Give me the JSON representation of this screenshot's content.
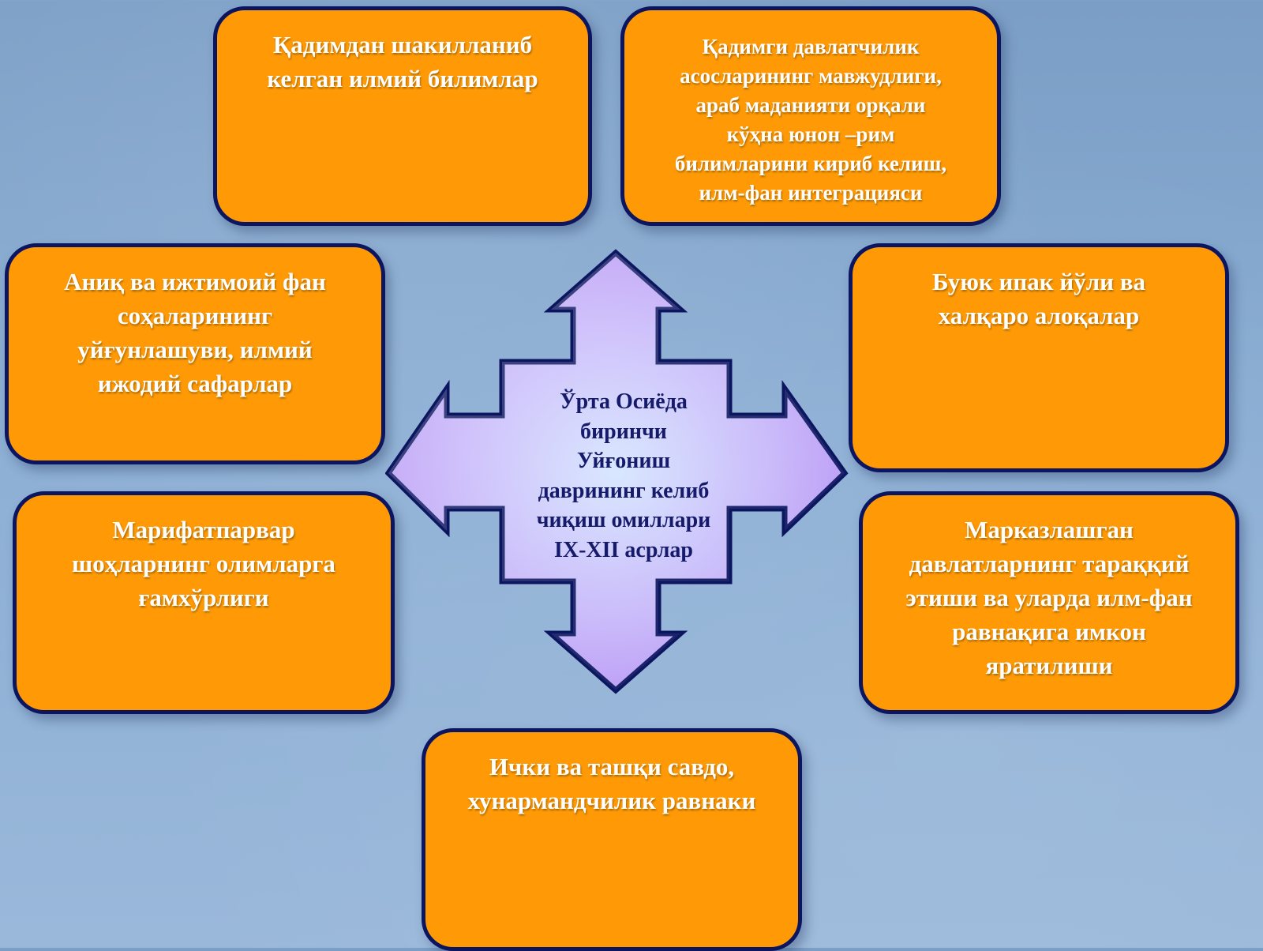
{
  "center": {
    "lines": [
      "Ўрта Осиёда",
      "биринчи",
      "Уйғониш",
      "даврининг келиб",
      "чиқиш омиллари",
      "IX-XII асрлар"
    ]
  },
  "boxes": {
    "top_left": {
      "lines": [
        "Қадимдан шакилланиб",
        "келган илмий билимлар"
      ]
    },
    "top_right": {
      "lines": [
        "Қадимги давлатчилик",
        "асосларининг мавжудлиги,",
        "араб маданияти орқали",
        "кўҳна юнон –рим",
        "билимларини кириб келиш,",
        "илм-фан интеграцияси"
      ]
    },
    "middle_left": {
      "lines": [
        "Аниқ ва ижтимоий фан",
        "соҳаларининг",
        "уйғунлашуви, илмий",
        "ижодий сафарлар"
      ]
    },
    "middle_right": {
      "lines": [
        "Буюк ипак йўли  ва",
        "халқаро алоқалар"
      ]
    },
    "bottom_left": {
      "lines": [
        "Марифатпарвар",
        "шоҳларнинг олимларга",
        "ғамхўрлиги"
      ]
    },
    "bottom_right": {
      "lines": [
        "Марказлашган",
        "давлатларнинг тараққий",
        "этиши ва уларда илм-фан",
        "равнақига имкон",
        "яратилиши"
      ]
    },
    "bottom_center": {
      "lines": [
        "Ички ва ташқи савдо,",
        "хунармандчилик равнаки"
      ]
    }
  },
  "colors": {
    "box_fill": "#ff9a06",
    "box_border": "#0c1660",
    "arrow_fill_light": "#d4e4ff",
    "arrow_fill_purple": "#b48cf4",
    "arrow_border": "#0c1660",
    "center_text": "#151a6a"
  }
}
